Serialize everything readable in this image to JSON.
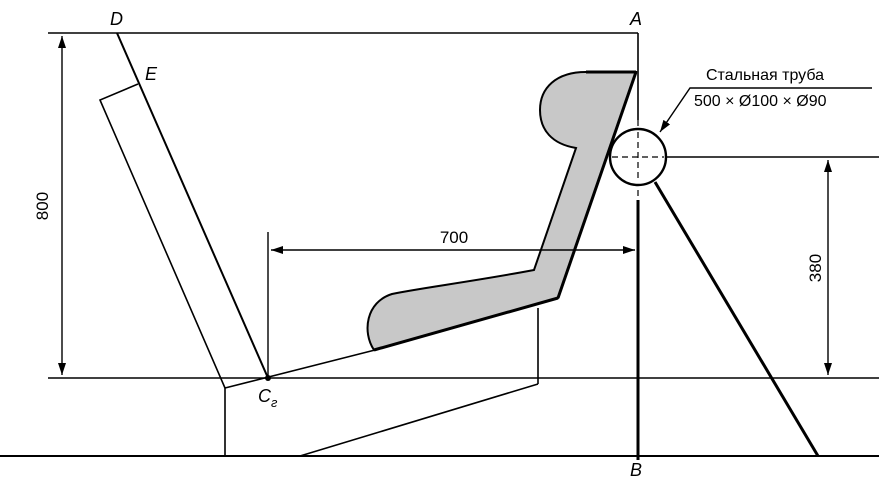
{
  "points": {
    "d": "D",
    "a": "A",
    "e": "E",
    "cr": "C",
    "cr_sub": "г",
    "b": "B"
  },
  "dimensions": {
    "height": "800",
    "width": "700",
    "pipe_height": "380"
  },
  "pipe_note": {
    "title": "Стальная труба",
    "spec": "500 × Ø100 × Ø90"
  },
  "colors": {
    "seat_fill": "#c8c8c8",
    "ink": "#000000"
  }
}
